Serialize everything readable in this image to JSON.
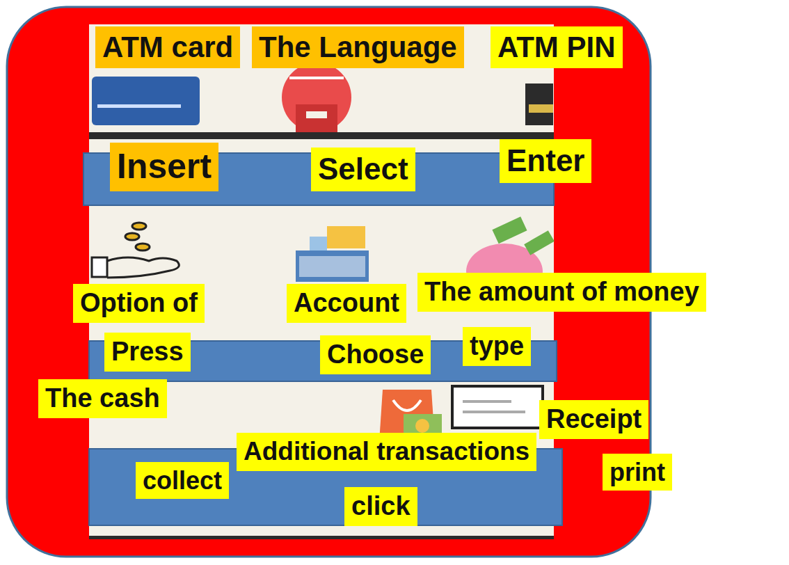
{
  "diagram": {
    "nodes": [
      {
        "text": [
          "ATM card"
        ]
      },
      {
        "text": [
          "The Language"
        ]
      },
      {
        "text": [
          "ATM PIN"
        ]
      },
      {
        "text": [
          "Insert"
        ]
      },
      {
        "text": [
          "Select"
        ]
      },
      {
        "text": [
          "Enter"
        ]
      },
      {
        "text": [
          "Option of"
        ]
      },
      {
        "text": [
          "Account"
        ]
      },
      {
        "text": [
          "The amount of money"
        ]
      },
      {
        "text": [
          "Press"
        ]
      },
      {
        "text": [
          "Choose"
        ]
      },
      {
        "text": [
          "type"
        ]
      },
      {
        "text": [
          "The cash"
        ]
      },
      {
        "text": [
          "Receipt"
        ]
      },
      {
        "text": [
          "Additional transactions"
        ]
      },
      {
        "text": [
          "collect"
        ]
      },
      {
        "text": [
          "print"
        ]
      },
      {
        "text": [
          "click"
        ]
      }
    ]
  }
}
